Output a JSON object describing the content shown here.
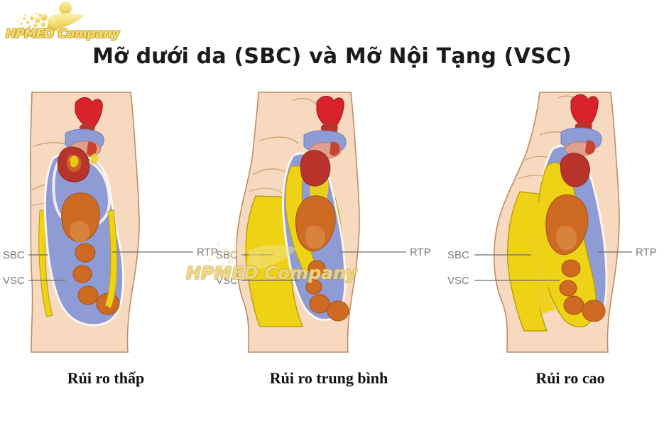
{
  "logo": {
    "name": "HPMED Company",
    "mark_icon": "person-with-dots-logo-icon",
    "color": "#F5DE7A",
    "outline_color": "#C9A227"
  },
  "title": "Mỡ dưới da (SBC) và Mỡ Nội Tạng (VSC)",
  "watermark": {
    "text": "HPMED Company",
    "mark_icon": "person-with-dots-logo-icon"
  },
  "labels": {
    "sbc": "SBC",
    "vsc": "VSC",
    "rtp": "RTP",
    "label_color": "#7b7b7b",
    "leader_color": "#6d6d6d"
  },
  "figures": [
    {
      "id": "low",
      "caption": "Rủi ro thấp",
      "labels_shown": [
        "SBC",
        "VSC",
        "RTP"
      ],
      "subcutaneous_fat_level": "thin",
      "visceral_fat_level": "minimal",
      "abdomen_profile": "flat"
    },
    {
      "id": "mid",
      "caption": "Rủi ro trung bình",
      "labels_shown": [
        "SBC",
        "VSC",
        "RTP"
      ],
      "subcutaneous_fat_level": "moderate",
      "visceral_fat_level": "moderate",
      "abdomen_profile": "protruding"
    },
    {
      "id": "high",
      "caption": "Rủi ro cao",
      "labels_shown": [
        "SBC",
        "VSC",
        "RTP"
      ],
      "subcutaneous_fat_level": "thick",
      "visceral_fat_level": "extensive",
      "abdomen_profile": "large"
    }
  ],
  "palette": {
    "background": "#ffffff",
    "skin": "#F6D9BE",
    "skin_outline": "#C08C63",
    "fat_yellow": "#EDD215",
    "fat_yellow_outline": "#B79C10",
    "muscle_blue": "#8E9BD4",
    "muscle_blue_dark": "#6D7CC0",
    "organ_orange": "#CE6A22",
    "organ_orange_light": "#D98A45",
    "organ_red": "#B8342A",
    "heart_red": "#D8232A",
    "organ_pink": "#DFA08E",
    "white_fascia": "#FBF5EE"
  }
}
